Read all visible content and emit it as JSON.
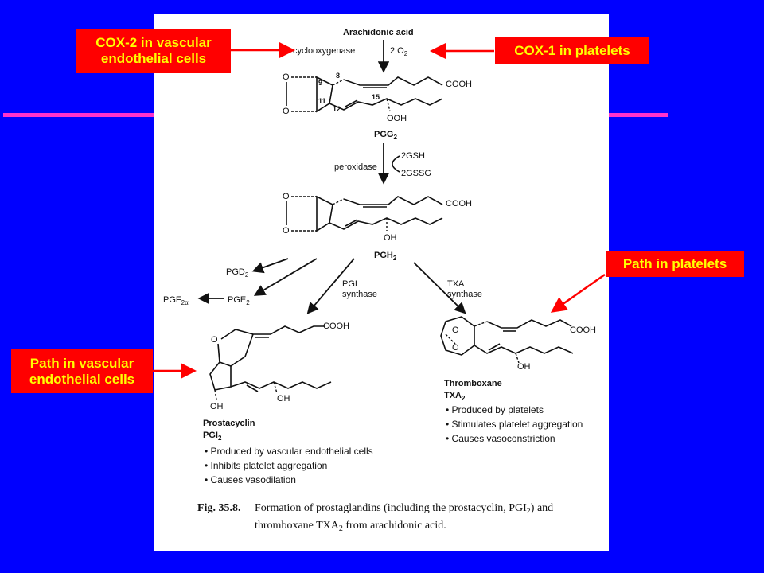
{
  "callouts": {
    "cox2": "COX-2 in vascular endothelial cells",
    "cox1": "COX-1 in platelets",
    "platelet_path": "Path in platelets",
    "endothelial_path": "Path in vascular endothelial cells"
  },
  "figure": {
    "arachidonic_acid": "Arachidonic acid",
    "cyclooxygenase": "cyclooxygenase",
    "o2": "2 O",
    "pgg": "PGG",
    "peroxidase": "peroxidase",
    "gsh": "2GSH",
    "gssg": "2GSSG",
    "pgh": "PGH",
    "cooh": "COOH",
    "ooh": "OOH",
    "oh": "OH",
    "o": "O",
    "atom_9": "9",
    "atom_8": "8",
    "atom_11": "11",
    "atom_12": "12",
    "atom_15": "15",
    "pgd": "PGD",
    "pge": "PGE",
    "pgf": "PGF",
    "pgf_sub": "2α",
    "pgi_synthase_1": "PGI",
    "pgi_synthase_2": "synthase",
    "txa_synthase_1": "TXA",
    "txa_synthase_2": "synthase",
    "prostacyclin": "Prostacyclin",
    "pgi2": "PGI",
    "prostacyclin_bullets": [
      "• Produced by vascular endothelial cells",
      "• Inhibits platelet aggregation",
      "• Causes vasodilation"
    ],
    "thromboxane": "Thromboxane",
    "txa2": "TXA",
    "thromboxane_bullets": [
      "• Produced by platelets",
      "• Stimulates platelet aggregation",
      "• Causes vasoconstriction"
    ],
    "sub_2": "2",
    "caption_label": "Fig. 35.8.",
    "caption_line1": "Formation of prostaglandins (including the prostacyclin, PGI",
    "caption_line1_end": ") and",
    "caption_line2": "thromboxane  TXA",
    "caption_line2_end": "  from arachidonic acid."
  },
  "colors": {
    "background": "#0000ff",
    "callout_fill": "#ff0000",
    "callout_text": "#ffff00",
    "accent_line": "#ff33cc"
  }
}
